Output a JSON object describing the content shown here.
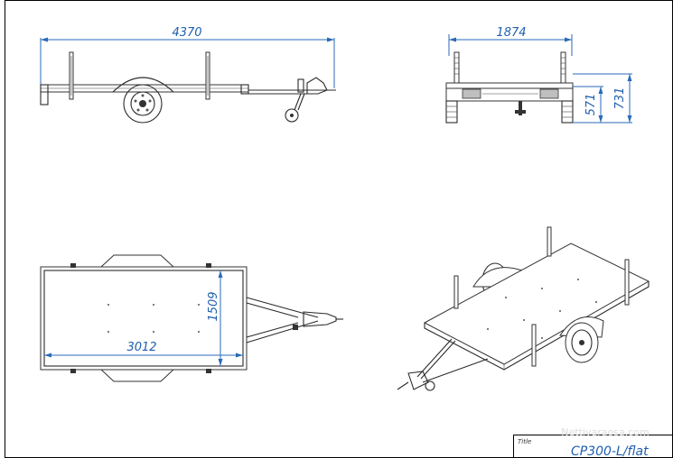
{
  "views": {
    "side": {
      "length_dim": "4370"
    },
    "front": {
      "width_dim": "1874",
      "height_dim_inner": "571",
      "height_dim_outer": "731"
    },
    "top": {
      "length_dim": "3012",
      "width_dim": "1509"
    },
    "iso": {}
  },
  "title_block": {
    "title_label": "Title",
    "title_value": "CP300-L/flat"
  },
  "watermark": "Nettivaraosa.com",
  "colors": {
    "dimension": "#1f5fae",
    "line": "#2b2b2b",
    "frame": "#000000"
  }
}
